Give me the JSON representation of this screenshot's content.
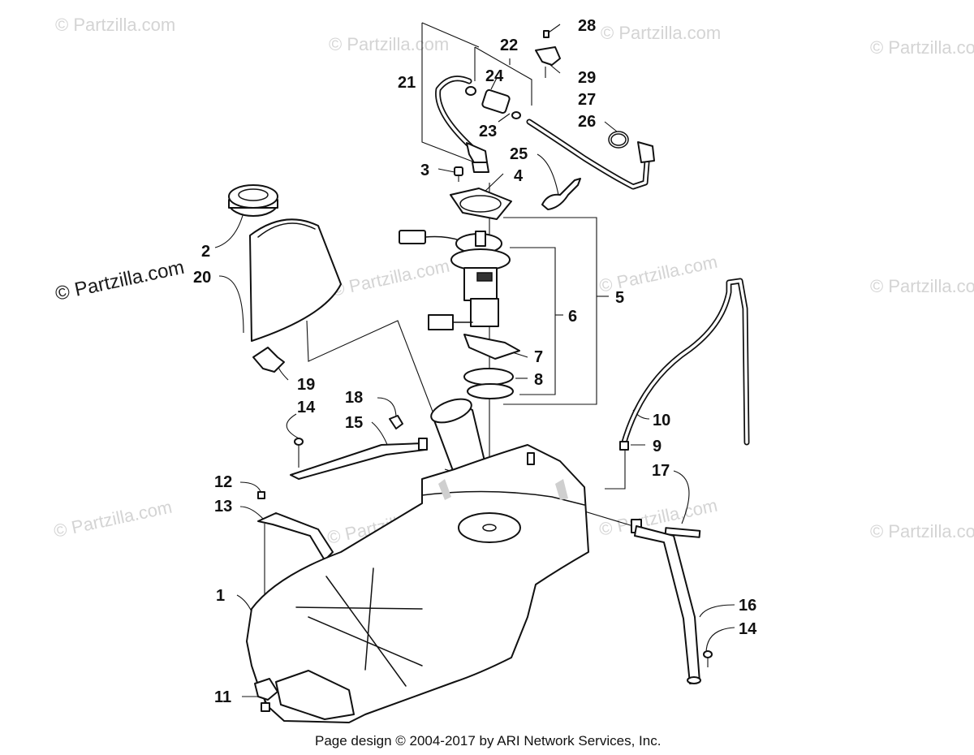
{
  "callouts": [
    "28",
    "22",
    "29",
    "21",
    "24",
    "27",
    "23",
    "26",
    "25",
    "3",
    "4",
    "2",
    "20",
    "5",
    "6",
    "7",
    "8",
    "19",
    "18",
    "14",
    "15",
    "10",
    "9",
    "17",
    "12",
    "13",
    "1",
    "16",
    "14",
    "11"
  ],
  "watermark": {
    "small": "© Partzilla.com",
    "main": "© Partzilla.com"
  },
  "footer": "Page design © 2004-2017 by ARI Network Services, Inc."
}
